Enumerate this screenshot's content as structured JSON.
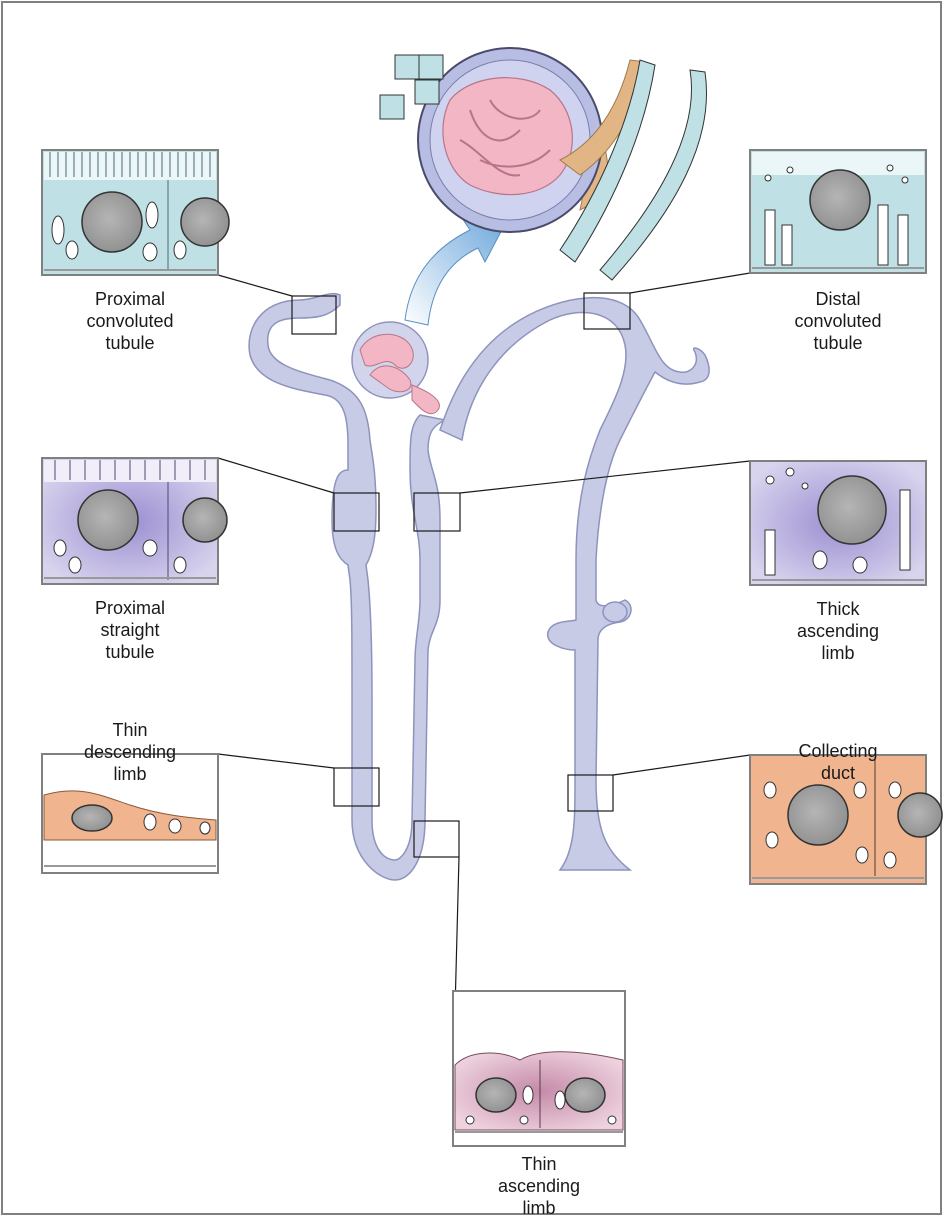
{
  "diagram": {
    "labels": {
      "proximal_convoluted": "Proximal\nconvoluted\ntubule",
      "distal_convoluted": "Distal\nconvoluted\ntubule",
      "proximal_straight": "Proximal\nstraight\ntubule",
      "thick_ascending": "Thick\nascending\nlimb",
      "thin_descending": "Thin\ndescending\nlimb",
      "collecting_duct": "Collecting\nduct",
      "thin_ascending": "Thin\nascending\nlimb"
    },
    "colors": {
      "tubule": "#c7cbe6",
      "tubule_edge": "#8e93bd",
      "glomerulus_pink": "#f2b6c4",
      "arrow_blue": "#7fb2e0",
      "cell_teal": "#bfe0e4",
      "cell_lavender": "#cfc9e6",
      "cell_orange": "#f0b48f",
      "cell_pink": "#e3b6c8",
      "nucleus": "#9e9e9e",
      "frame": "#808080"
    }
  }
}
